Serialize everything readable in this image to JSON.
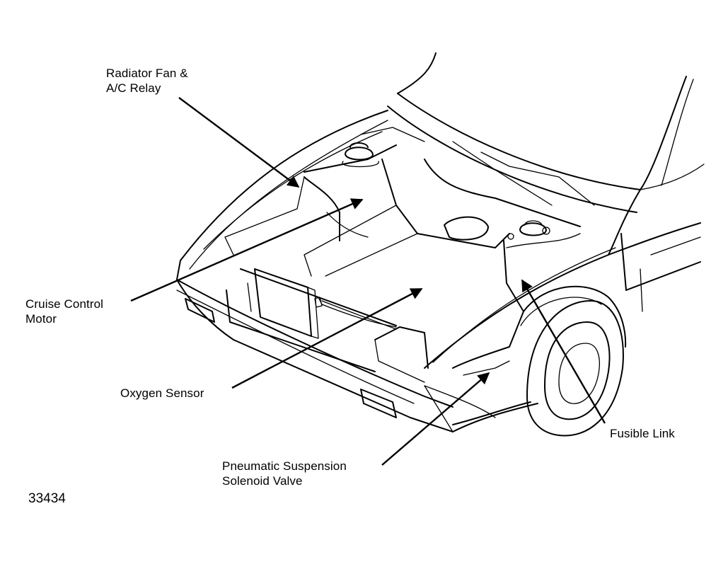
{
  "diagram": {
    "labels": {
      "radiator_fan_relay": [
        "Radiator Fan &",
        "A/C Relay"
      ],
      "cruise_control_motor": [
        "Cruise Control",
        "Motor"
      ],
      "oxygen_sensor": [
        "Oxygen Sensor"
      ],
      "pneumatic_suspension_valve": [
        "Pneumatic Suspension",
        "Solenoid Valve"
      ],
      "fusible_link": [
        "Fusible Link"
      ]
    },
    "figure_number": "33434"
  },
  "colors": {
    "ink": "#000000",
    "paper": "#ffffff"
  }
}
